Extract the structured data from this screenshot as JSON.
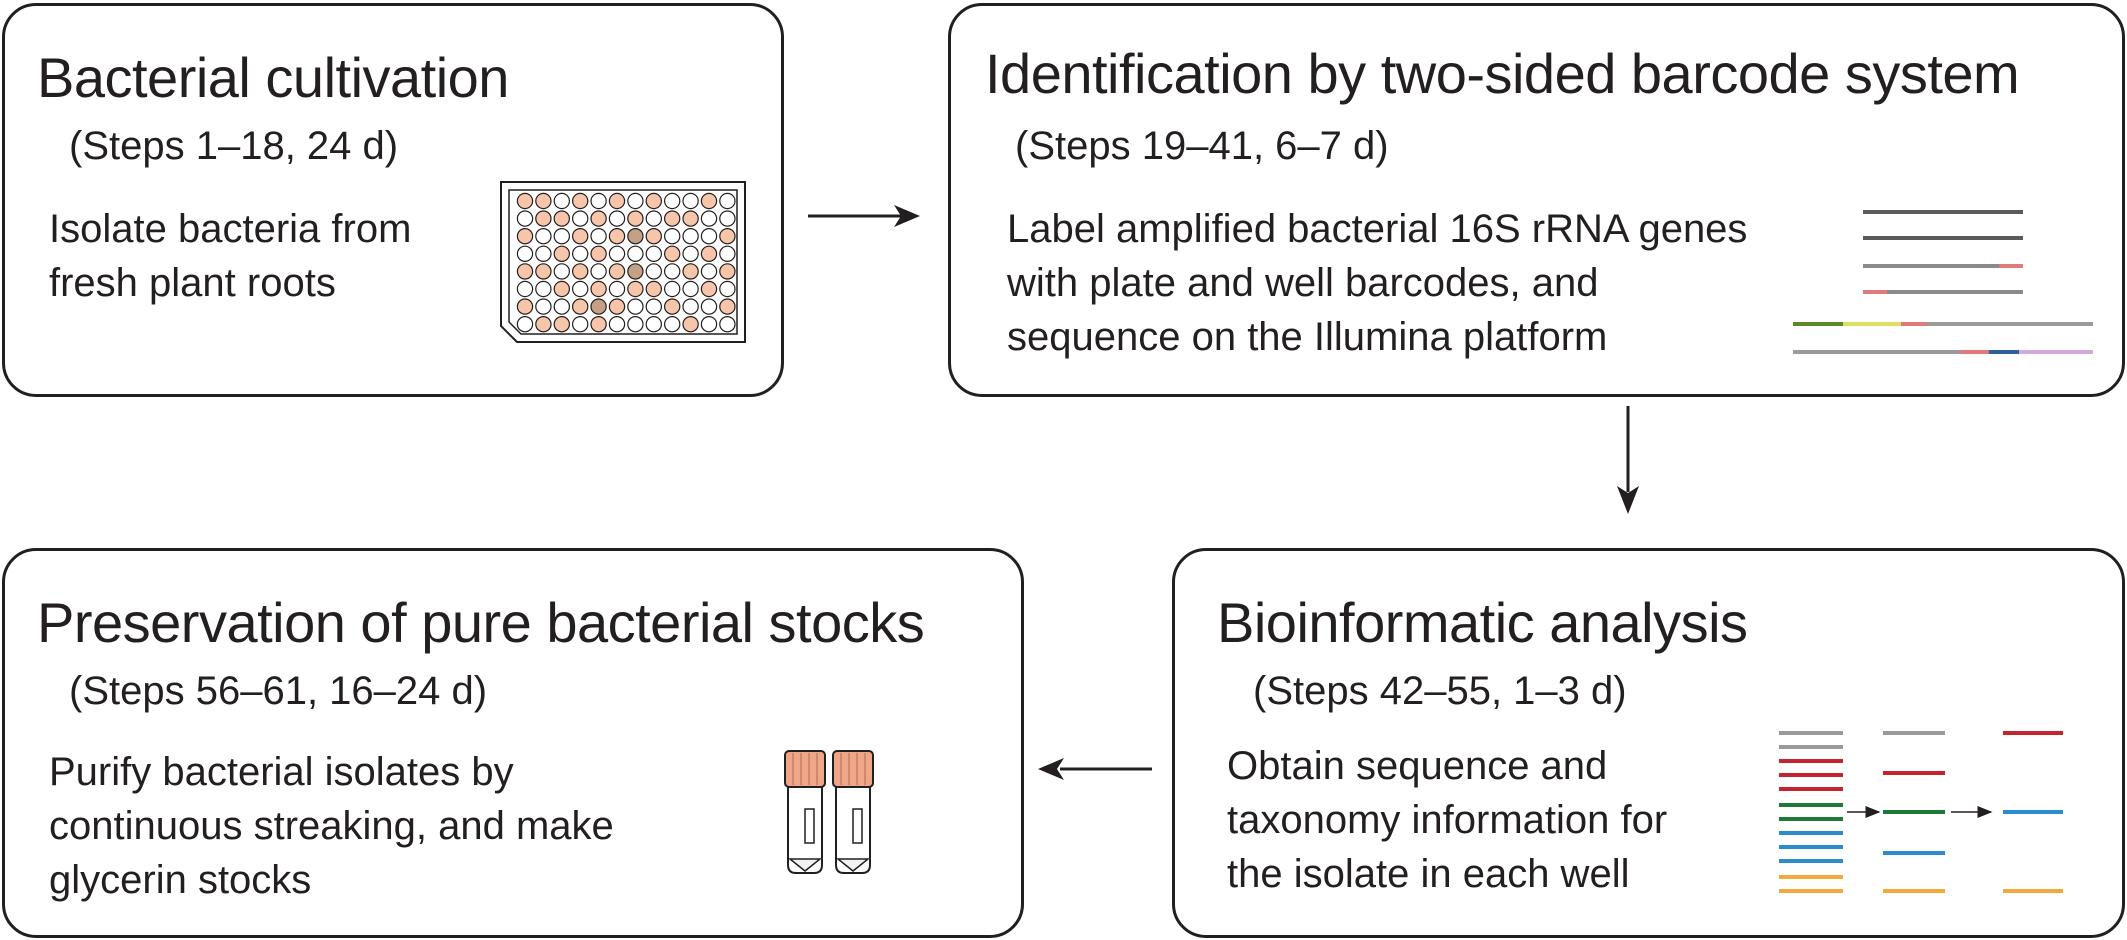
{
  "boxes": {
    "cultivation": {
      "title": "Bacterial cultivation",
      "steps": "(Steps 1–18, 24 d)",
      "description": [
        "Isolate bacteria from",
        "fresh plant roots"
      ]
    },
    "identification": {
      "title": "Identification by two-sided barcode system",
      "steps": "(Steps 19–41, 6–7 d)",
      "description": [
        "Label amplified bacterial 16S rRNA genes",
        "with plate and well barcodes, and",
        "sequence on the Illumina platform"
      ]
    },
    "bioinformatic": {
      "title": "Bioinformatic analysis",
      "steps": "(Steps 42–55, 1–3 d)",
      "description": [
        "Obtain sequence and",
        "taxonomy information for",
        "the isolate in each well"
      ]
    },
    "preservation": {
      "title": "Preservation of pure bacterial stocks",
      "steps": "(Steps 56–61, 16–24 d)",
      "description": [
        "Purify bacterial isolates by",
        "continuous streaking, and make",
        "glycerin stocks"
      ]
    }
  },
  "colors": {
    "outline": "#231f20",
    "well_fill": "#f6c5aa",
    "well_dark": "#c4a184",
    "cap": "#eea689",
    "red": "#c6242c",
    "green": "#1f7a3a",
    "blue": "#2b8ccd",
    "orange": "#f3a93a",
    "gray": "#9a9a9a"
  },
  "icons": {
    "plate": "96-well-plate-icon",
    "barcode": "barcoded-reads-icon",
    "analysis": "sequence-sorting-icon",
    "tubes": "glycerol-stock-tubes-icon"
  }
}
